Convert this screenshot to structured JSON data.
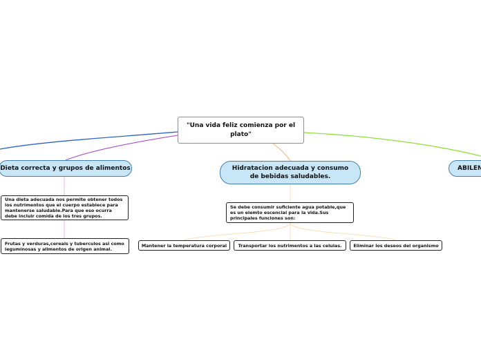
{
  "central": {
    "label": "\"Una vida feliz comienza por el plato\""
  },
  "branches": {
    "left": {
      "label": "Dieta correcta y grupos de alimentos",
      "color": "#a64bd1",
      "children": [
        "Una dieta adecuada nos permite obtener todos los nutrimentos que el cuerpo establece para mantenerse saludable.Para que eso ocurra debe incluir comida de los tres grupos.",
        "Frutas y verduras,cereals y tuberculos asi como leguminosas y alimentos de origen animal."
      ]
    },
    "middle": {
      "label": "Hidratacion adecuada y consumo de bebidas saludables.",
      "color": "#f6b26b",
      "children": [
        "Se debe consumir suficiente agua potable,que es un elemto escencial para la vida.Sus principales funciones son:"
      ],
      "functions": [
        "Mantener la temperatura corporal",
        "Transportar los nutrimentos a las celulas.",
        "Eliminar los deseos del organismo"
      ]
    },
    "right": {
      "label": "ABILEN",
      "color": "#8fe03a"
    },
    "far_left": {
      "color": "#2e63c8"
    }
  }
}
